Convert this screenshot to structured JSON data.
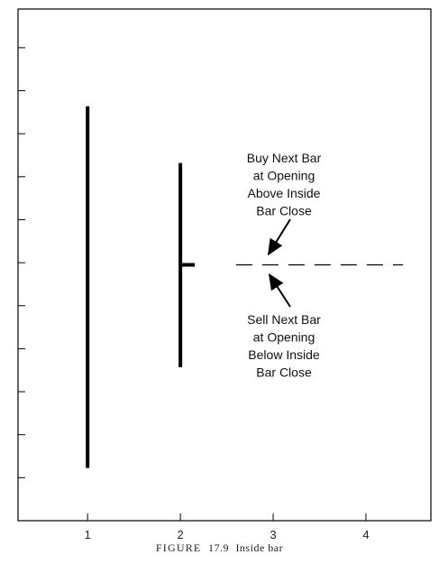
{
  "chart_data": {
    "type": "ohlc",
    "x_ticks": [
      "1",
      "2",
      "3",
      "4"
    ],
    "xlim": [
      0.25,
      4.7
    ],
    "ylim": [
      0,
      10
    ],
    "y_tick_count": 12,
    "bars": [
      {
        "x": 1,
        "high": 8.1,
        "low": 1.03,
        "close": null
      },
      {
        "x": 2,
        "high": 6.99,
        "low": 3.0,
        "close": 5.0
      }
    ],
    "reference_line": {
      "x_start": 2.6,
      "x_end": 4.4,
      "y": 5.0,
      "style": "dashed"
    },
    "annotations": [
      {
        "lines": [
          "Buy Next Bar",
          "at Opening",
          "Above Inside",
          "Bar Close"
        ]
      },
      {
        "lines": [
          "Sell Next Bar",
          "at Opening",
          "Below Inside",
          "Bar Close"
        ]
      }
    ],
    "grid": false,
    "legend": "none"
  },
  "caption": {
    "label": "FIGURE",
    "number": "17.9",
    "text": "Inside bar"
  }
}
